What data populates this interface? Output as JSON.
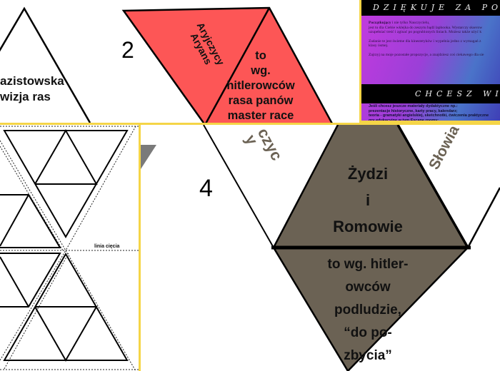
{
  "panel1": {
    "text_line1": "azistowska",
    "text_line2": "wizja ras"
  },
  "panel2": {
    "number": "2",
    "rotated_label_line1": "Aryjczycy",
    "rotated_label_line2": "Aryans",
    "lines": [
      "to",
      "wg.",
      "hitlerowców",
      "rasa panów",
      "master race"
    ],
    "fill_color": "#fd5656"
  },
  "panel3": {
    "header": "DZIĘKUJE ZA PO",
    "paragraphs": [
      {
        "bold": "Początkujący",
        "text": " i nie tylko Nauczycielu,"
      },
      {
        "bold": "",
        "text": "jest tu dla Ciebie wklejka do zeszytu bądź lapbooka. Wystarczy skserow"
      },
      {
        "bold": "",
        "text": "uzupełniać treść i zginać po pogrubionych liniach. Możesz także użyć k"
      },
      {
        "bold": "",
        "text": "Zadanie te jest świetne dla kinestetyków i wypełnia jedno z wymagań z"
      },
      {
        "bold": "",
        "text": "klasy ósmej."
      },
      {
        "bold": "",
        "text": "Zajrzyj na moje pozostałe propozycje, a znajdziesz coś ciekawego dla sie"
      }
    ],
    "header2": "CHCESZ WIĘ",
    "more_lines": [
      "Jeśli chcesz jeszcze materiały dydaktyczne np.:",
      "prezentacje historyczne, karty pracy, kalendarz;",
      "teoria - gramatyki angielskiej, sketchnotki, ćwiczenia praktyczne",
      "gry edukacyjne w tym Escape roomy:"
    ]
  },
  "panel4": {
    "cut_line_label": "linia cięcia"
  },
  "panel5": {
    "number": "4",
    "rotated_left": "czyc\ny",
    "rotated_right": "Słowia",
    "upper_lines": [
      "Żydzi",
      "i",
      "Romowie"
    ],
    "lower_lines": [
      "to wg. hitler-",
      "owców",
      "podludzie,",
      "“do po-",
      "zbycia”"
    ],
    "fill_color": "#6b6254",
    "accent_color": "#f5d547"
  }
}
